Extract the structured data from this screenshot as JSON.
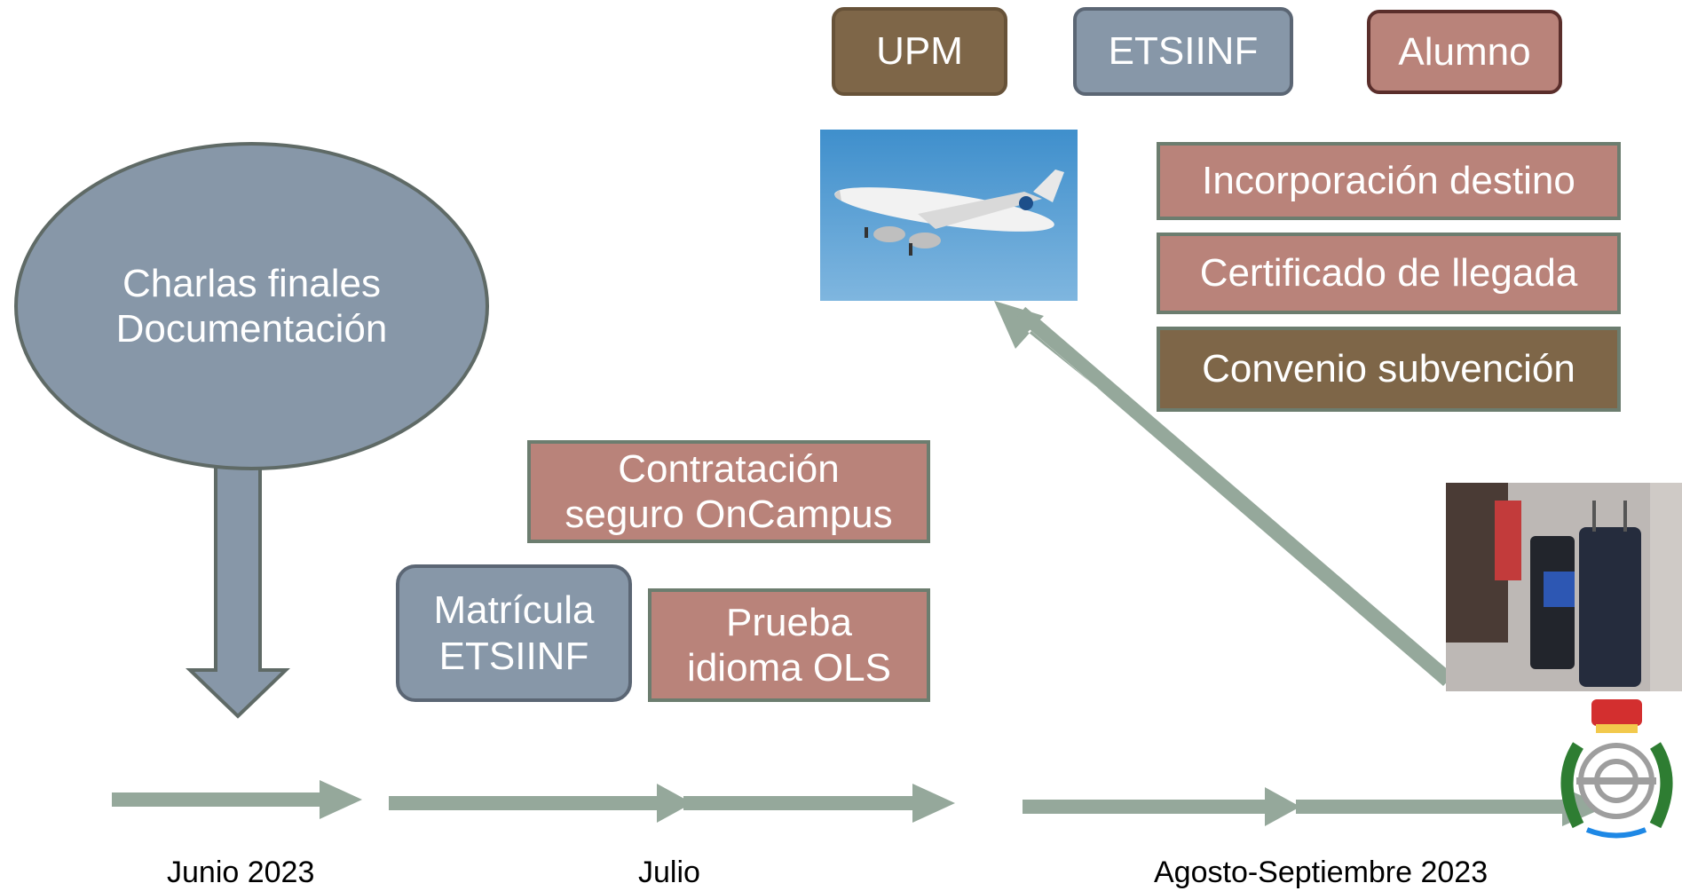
{
  "legend": {
    "upm": "UPM",
    "etsiinf": "ETSIINF",
    "alumno": "Alumno"
  },
  "nodes": {
    "charlas": "Charlas finales\nDocumentación",
    "contratacion": "Contratación\nseguro OnCampus",
    "matricula": "Matrícula\nETSIINF",
    "prueba": "Prueba\nidioma OLS",
    "incorporacion": "Incorporación destino",
    "certificado": "Certificado de llegada",
    "convenio": "Convenio subvención"
  },
  "timeline": {
    "junio": "Junio 2023",
    "julio": "Julio",
    "agosto": "Agosto-Septiembre 2023"
  },
  "colors": {
    "upm_brown": "#7e6648",
    "etsiinf_slate": "#8797a8",
    "alumno_rose": "#b9837a",
    "arrow_gray": "#95a89b"
  },
  "images": {
    "airplane": "airplane-photo",
    "luggage": "luggage-photo",
    "emblem": "school-emblem"
  }
}
